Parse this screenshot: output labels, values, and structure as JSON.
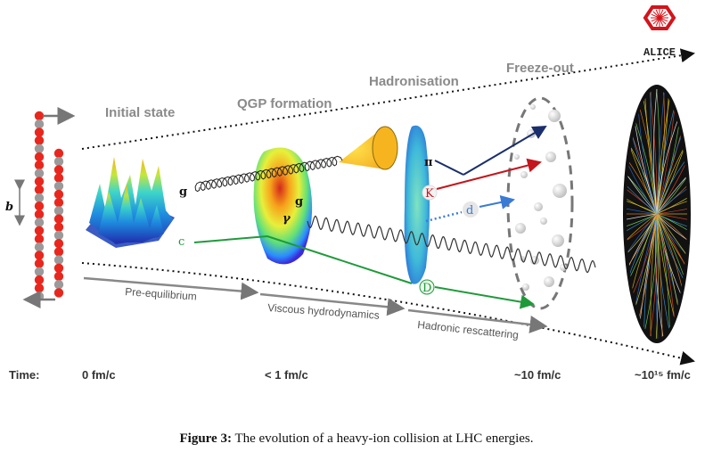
{
  "logo": {
    "text": "ALICE"
  },
  "stages": {
    "initial_state": "Initial state",
    "qgp_formation": "QGP formation",
    "hadronisation": "Hadronisation",
    "freeze_out": "Freeze-out"
  },
  "phases": {
    "pre_equilibrium": "Pre-equilibrium",
    "viscous_hydrodynamics": "Viscous hydrodynamics",
    "hadronic_rescattering": "Hadronic rescattering"
  },
  "timeline": {
    "label": "Time:",
    "t0": "0 fm/c",
    "t1": "< 1 fm/c",
    "t2": "~10 fm/c",
    "t3": "~10¹⁵ fm/c"
  },
  "particles": {
    "impact_parameter": "b",
    "gluon_in": "g",
    "gluon_out": "g",
    "photon": "γ",
    "charm": "c",
    "pion": "π",
    "kaon": "K",
    "deuteron": "d",
    "d_meson": "D"
  },
  "caption": {
    "label": "Figure 3:",
    "text": "The evolution of a heavy-ion collision at LHC energies."
  },
  "colors": {
    "nucleon_red": "#e8281e",
    "nucleon_grey": "#9a9a9a",
    "charm_green": "#1f9a3a",
    "kaon_red": "#c4161c",
    "pion_navy": "#1a2e6b",
    "deuteron_blue": "#3a7bd5",
    "phase_arrow": "#888888"
  }
}
